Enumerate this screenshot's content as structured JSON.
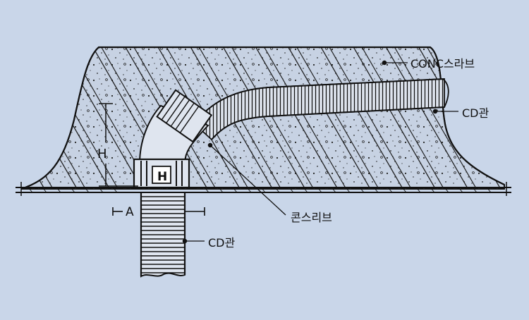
{
  "labels": {
    "conc_slab": "CONC스라브",
    "cd_pipe_right": "CD관",
    "cone_sleeve": "콘스리브",
    "cd_pipe_bottom": "CD관",
    "dim_h": "H",
    "dim_a": "A"
  },
  "colors": {
    "background": "#c9d6e9",
    "concrete": "#c7d2e3",
    "line": "#111111"
  }
}
